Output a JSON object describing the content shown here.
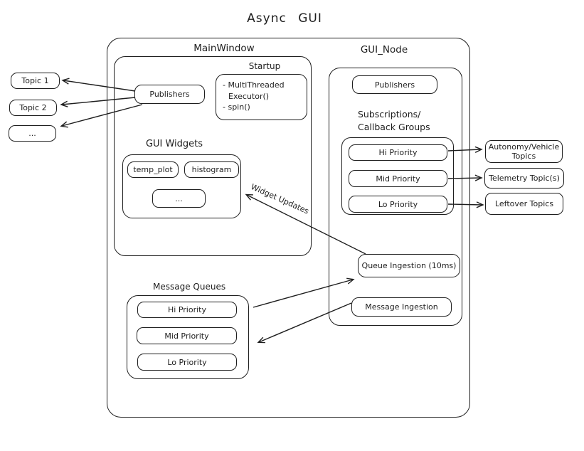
{
  "title": "Async GUI",
  "colors": {
    "stroke": "#1e1e1e",
    "background": "#ffffff"
  },
  "main_window": {
    "label": "MainWindow",
    "publishers_label": "Publishers",
    "startup": {
      "label": "Startup",
      "lines": [
        "- MultiThreaded",
        "Executor()",
        "- spin()"
      ]
    },
    "gui_widgets": {
      "label": "GUI Widgets",
      "items": [
        "temp_plot",
        "histogram",
        "..."
      ]
    },
    "message_queues": {
      "label": "Message Queues",
      "items": [
        "Hi Priority",
        "Mid Priority",
        "Lo Priority"
      ]
    }
  },
  "gui_node": {
    "label": "GUI_Node",
    "publishers_label": "Publishers",
    "subscriptions": {
      "label": "Subscriptions/\nCallback Groups",
      "items": [
        "Hi Priority",
        "Mid Priority",
        "Lo Priority"
      ]
    },
    "queue_ingestion_label": "Queue Ingestion (10ms)",
    "message_ingestion_label": "Message Ingestion"
  },
  "left_topics": [
    "Topic 1",
    "Topic 2",
    "..."
  ],
  "right_topics": [
    "Autonomy/Vehicle Topics",
    "Telemetry Topic(s)",
    "Leftover Topics"
  ],
  "edge_labels": {
    "widget_updates": "Widget Updates"
  },
  "edges": [
    {
      "from": "mainwindow-publishers",
      "to": "topic-1"
    },
    {
      "from": "mainwindow-publishers",
      "to": "topic-2"
    },
    {
      "from": "mainwindow-publishers",
      "to": "topic-more"
    },
    {
      "from": "subscription-hi-priority",
      "to": "autonomy-vehicle-topics"
    },
    {
      "from": "subscription-mid-priority",
      "to": "telemetry-topics"
    },
    {
      "from": "subscription-lo-priority",
      "to": "leftover-topics"
    },
    {
      "from": "queue-ingestion",
      "to": "gui-widgets",
      "label": "Widget Updates"
    },
    {
      "from": "message-queues",
      "to": "queue-ingestion"
    },
    {
      "from": "message-ingestion",
      "to": "message-queues"
    }
  ]
}
